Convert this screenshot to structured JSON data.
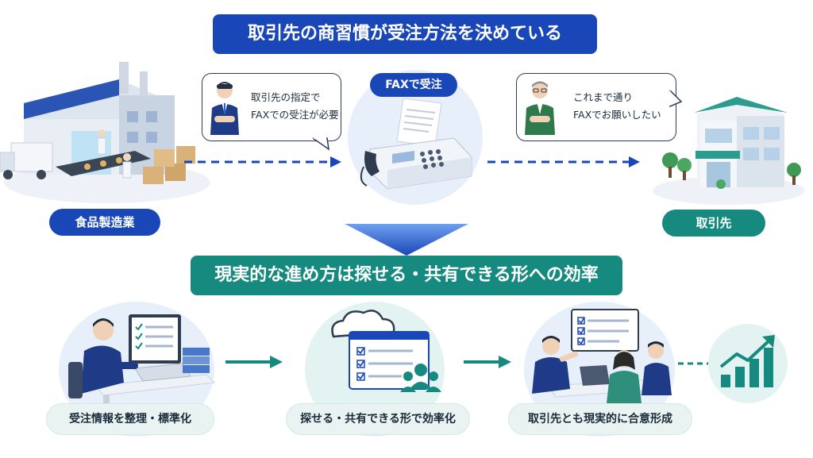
{
  "title_top": "取引先の商習慣が受注方法を決めている",
  "title_middle": "現実的な進め方は探せる・共有できる形への効率",
  "top_row": {
    "manufacturer_label": "食品製造業",
    "fax_label": "FAXで受注",
    "partner_label": "取引先",
    "bubble_left": {
      "line1": "取引先の指定で",
      "line2": "FAXでの受注が必要"
    },
    "bubble_right": {
      "line1": "これまで通り",
      "line2": "FAXでお願いしたい"
    }
  },
  "bottom_row": {
    "step1_label": "受注情報を整理・標準化",
    "step2_label": "探せる・共有できる形で効率化",
    "step3_label": "取引先とも現実的に合意形成"
  },
  "colors": {
    "primary_blue": "#1a47b8",
    "teal": "#168a7e",
    "light_blue_bg": "#e7effb",
    "light_teal_bg": "#e3f3f1"
  },
  "icons": [
    "factory-illustration",
    "businessman-icon",
    "fax-machine-icon",
    "elderly-businessman-icon",
    "store-building-illustration",
    "down-arrow-icon",
    "person-laptop-icon",
    "cloud-checklist-icon",
    "meeting-people-icon",
    "growth-chart-icon"
  ]
}
